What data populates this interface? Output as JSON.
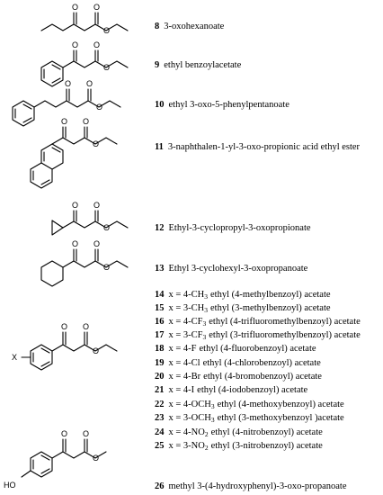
{
  "atoms": {
    "oxygen": "O",
    "substituent": "X",
    "hydroxyl": "HO"
  },
  "compounds": [
    {
      "number": "8",
      "name": "3-oxohexanoate"
    },
    {
      "number": "9",
      "name": "ethyl benzoylacetate"
    },
    {
      "number": "10",
      "name": "ethyl 3-oxo-5-phenylpentanoate"
    },
    {
      "number": "11",
      "name": "3-naphthalen-1-yl-3-oxo-propionic acid ethyl ester"
    },
    {
      "number": "12",
      "name": "Ethyl-3-cyclopropyl-3-oxopropionate"
    },
    {
      "number": "13",
      "name": "Ethyl 3-cyclohexyl-3-oxopropanoate"
    },
    {
      "number": "14",
      "x_prefix": "x = 4-CH",
      "x_sub": "3",
      "name": "ethyl (4-methylbenzoyl) acetate"
    },
    {
      "number": "15",
      "x_prefix": "x = 3-CH",
      "x_sub": "3",
      "name": "ethyl (3-methylbenzoyl) acetate"
    },
    {
      "number": "16",
      "x_prefix": "x = 4-CF",
      "x_sub": "3",
      "name": "ethyl (4-trifluoromethylbenzoyl) acetate"
    },
    {
      "number": "17",
      "x_prefix": "x = 3-CF",
      "x_sub": "3",
      "name": "ethyl (3-trifluoromethylbenzoyl) acetate"
    },
    {
      "number": "18",
      "x_prefix": "x = 4-F",
      "name": "ethyl (4-fluorobenzoyl) acetate"
    },
    {
      "number": "19",
      "x_prefix": "x = 4-Cl",
      "name": "ethyl (4-chlorobenzoyl) acetate"
    },
    {
      "number": "20",
      "x_prefix": "x = 4-Br",
      "name": "ethyl (4-bromobenzoyl) acetate"
    },
    {
      "number": "21",
      "x_prefix": "x = 4-I",
      "name": "ethyl (4-iodobenzoyl) acetate"
    },
    {
      "number": "22",
      "x_prefix": "x = 4-OCH",
      "x_sub": "3",
      "name": "ethyl (4-methoxybenzoyl) acetate"
    },
    {
      "number": "23",
      "x_prefix": "x = 3-OCH",
      "x_sub": "3",
      "name": "ethyl (3-methoxybenzoyl )acetate"
    },
    {
      "number": "24",
      "x_prefix": "x = 4-NO",
      "x_sub": "2",
      "name": "ethyl (4-nitrobenzoyl) acetate"
    },
    {
      "number": "25",
      "x_prefix": "x = 3-NO",
      "x_sub": "2",
      "name": "ethyl (3-nitrobenzoyl) acetate"
    },
    {
      "number": "26",
      "name": "methyl 3-(4-hydroxyphenyl)-3-oxo-propanoate"
    }
  ]
}
